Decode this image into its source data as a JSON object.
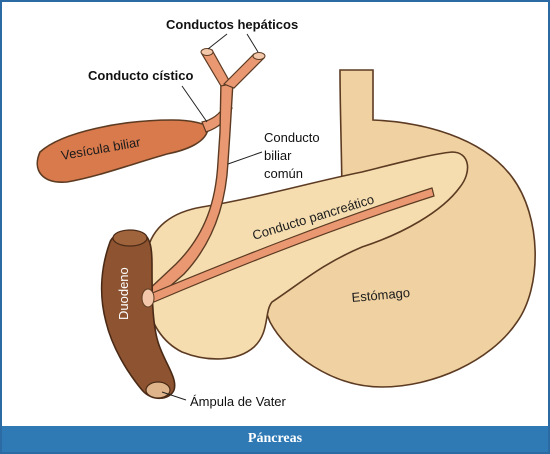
{
  "diagram": {
    "labels": {
      "hepatic_ducts": "Conductos hepáticos",
      "cystic_duct": "Conducto cístico",
      "gallbladder": "Vesícula biliar",
      "common_bile_duct_line1": "Conducto",
      "common_bile_duct_line2": "biliar",
      "common_bile_duct_line3": "común",
      "pancreatic_duct": "Conducto pancreático",
      "stomach": "Estómago",
      "duodenum": "Duodeno",
      "ampulla": "Ámpula de Vater"
    },
    "colors": {
      "frame_border": "#2b6aa3",
      "caption_bg": "#2f79b4",
      "stomach_fill": "#f0d2a2",
      "pancreas_fill": "#f5ddb0",
      "duct_fill": "#ea9872",
      "gallbladder_fill": "#d97a4c",
      "duodenum_fill": "#8e5431",
      "outline": "#5c3b22"
    }
  },
  "caption": {
    "text": "Páncreas"
  }
}
